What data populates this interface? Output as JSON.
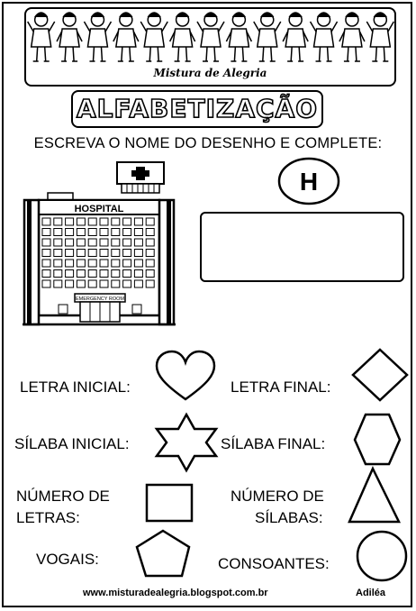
{
  "header": {
    "brand_title": "Mistura de Alegria"
  },
  "subject": {
    "title": "ALFABETIZAÇÃO"
  },
  "instruction": "ESCREVA O NOME DO DESENHO E COMPLETE:",
  "picture": {
    "initial_letter": "H",
    "sign_text": "HOSPITAL",
    "door_sign": "EMERGENCY ROOM"
  },
  "fields": {
    "letra_inicial": "LETRA INICIAL:",
    "letra_final": "LETRA FINAL:",
    "silaba_inicial": "SÍLABA INICIAL:",
    "silaba_final": "SÍLABA FINAL:",
    "numero_de_letras_1": "NÚMERO DE",
    "numero_de_letras_2": "LETRAS:",
    "numero_de_silabas_1": "NÚMERO DE",
    "numero_de_silabas_2": "SÍLABAS:",
    "vogais": "VOGAIS:",
    "consoantes": "CONSOANTES:"
  },
  "footer": {
    "url": "www.misturadealegria.blogspot.com.br",
    "author": "Adiléa"
  }
}
